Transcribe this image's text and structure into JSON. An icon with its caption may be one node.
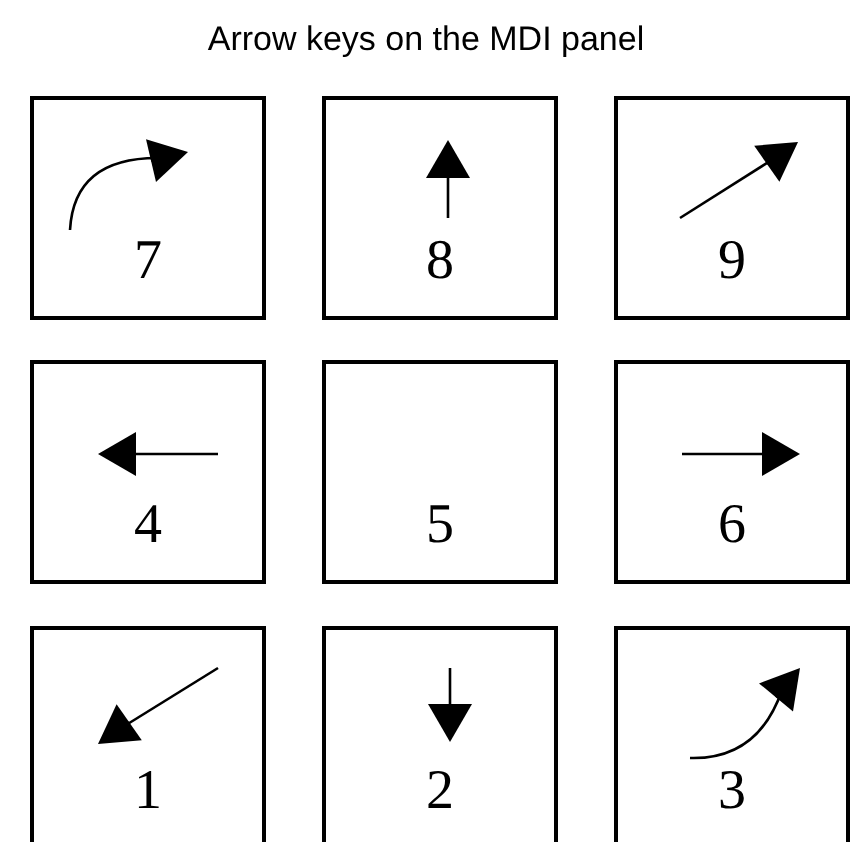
{
  "diagram": {
    "title": "Arrow keys on the MDI panel",
    "nodes": [
      {
        "text": [
          "7"
        ]
      },
      {
        "text": [
          "8"
        ]
      },
      {
        "text": [
          "9"
        ]
      },
      {
        "text": [
          "4"
        ]
      },
      {
        "text": [
          "5"
        ]
      },
      {
        "text": [
          "6"
        ]
      },
      {
        "text": [
          "1"
        ]
      },
      {
        "text": [
          "2"
        ]
      },
      {
        "text": [
          "3"
        ]
      }
    ]
  }
}
